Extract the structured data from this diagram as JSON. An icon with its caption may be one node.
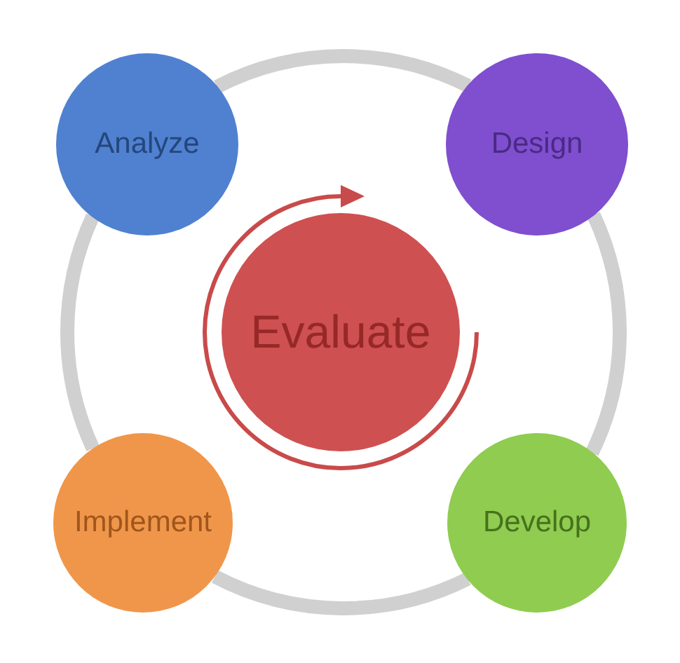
{
  "diagram": {
    "nodes": [
      {
        "text": [
          "Analyze"
        ]
      },
      {
        "text": [
          "Design"
        ]
      },
      {
        "text": [
          "Evaluate"
        ]
      },
      {
        "text": [
          "Implement"
        ]
      },
      {
        "text": [
          "Develop"
        ]
      }
    ],
    "edges": [
      {
        "from": 0,
        "to": 1,
        "arrow": "none"
      },
      {
        "from": 1,
        "to": 4,
        "arrow": "none"
      },
      {
        "from": 4,
        "to": 3,
        "arrow": "none"
      },
      {
        "from": 3,
        "to": 0,
        "arrow": "none"
      }
    ]
  }
}
